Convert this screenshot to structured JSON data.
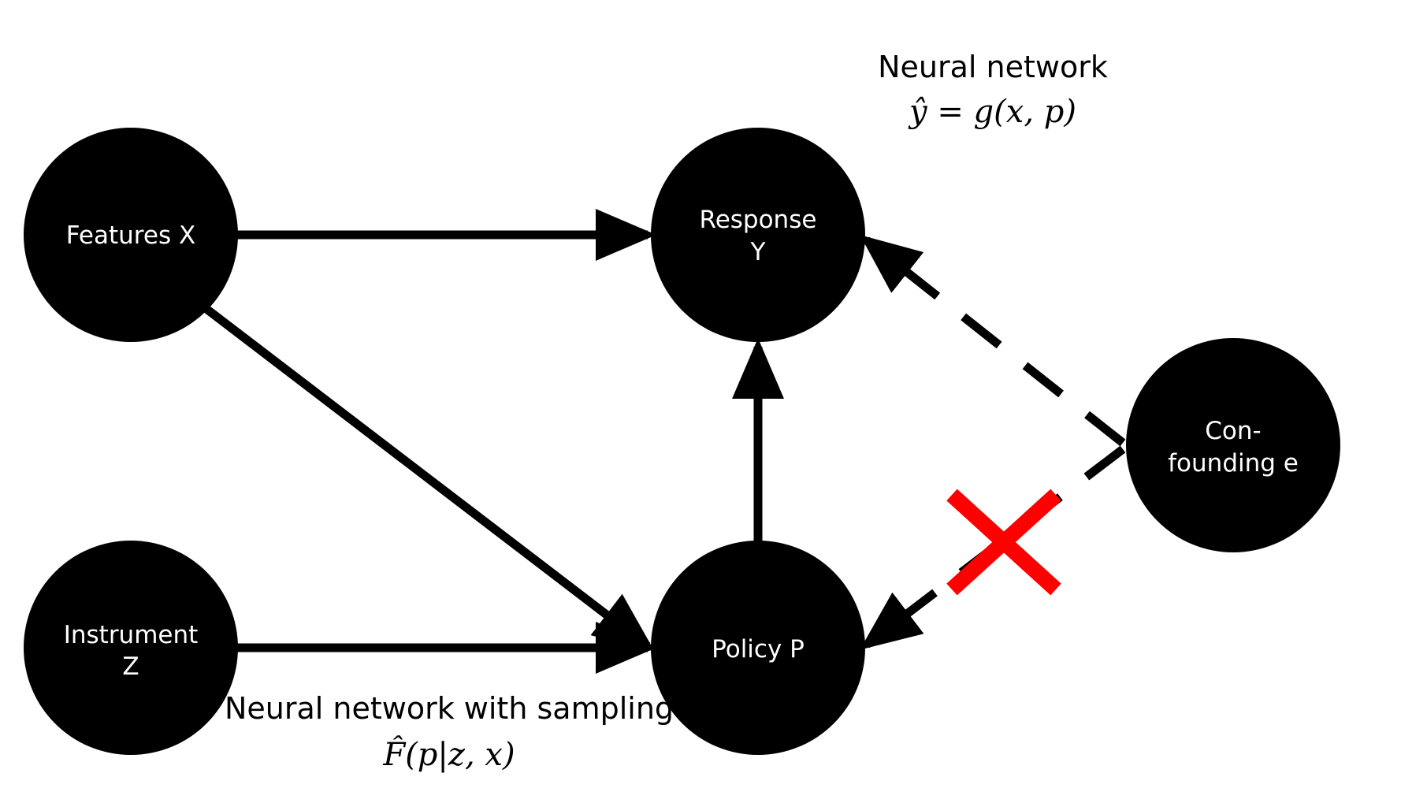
{
  "nodes": {
    "features": {
      "line1": "Features X"
    },
    "instrument": {
      "line1": "Instrument",
      "line2": "Z"
    },
    "response": {
      "line1": "Response",
      "line2": "Y"
    },
    "policy": {
      "line1": "Policy P"
    },
    "confounding": {
      "line1": "Con-",
      "line2": "founding e"
    }
  },
  "annotations": {
    "top_title": "Neural network",
    "top_formula": "ŷ = g(x, p)",
    "bottom_title": "Neural network with sampling",
    "bottom_formula": "F̂(p|z, x)"
  },
  "colors": {
    "node_fill": "#000000",
    "node_text": "#ffffff",
    "edge": "#000000",
    "blocked_mark": "#ff0000"
  }
}
